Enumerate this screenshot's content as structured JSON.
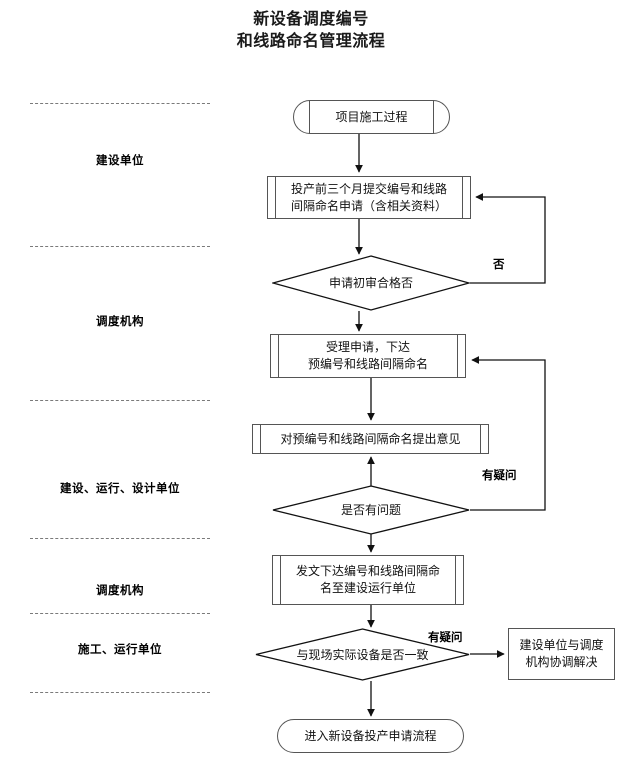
{
  "title": {
    "line1": "新设备调度编号",
    "line2": "和线路命名管理流程"
  },
  "colors": {
    "stroke": "#555555",
    "divider": "#7a7a7a",
    "text": "#111111",
    "background": "#ffffff"
  },
  "lanes": [
    {
      "label": "建设单位"
    },
    {
      "label": "调度机构"
    },
    {
      "label": "建设、运行、设计单位"
    },
    {
      "label": "调度机构"
    },
    {
      "label": "施工、运行单位"
    }
  ],
  "nodes": {
    "start": {
      "label": "项目施工过程",
      "shape": "capsule"
    },
    "submit": {
      "line1": "投产前三个月提交编号和线路",
      "line2": "间隔命名申请（含相关资料）",
      "shape": "predefined-process"
    },
    "review_decision": {
      "label": "申请初审合格否",
      "shape": "decision"
    },
    "accept": {
      "line1": "受理申请，下达",
      "line2": "预编号和线路间隔命名",
      "shape": "predefined-process"
    },
    "opinion": {
      "label": "对预编号和线路间隔命名提出意见",
      "shape": "predefined-process"
    },
    "problem_decision": {
      "label": "是否有问题",
      "shape": "decision"
    },
    "issue_doc": {
      "line1": "发文下达编号和线路间隔命",
      "line2": "名至建设运行单位",
      "shape": "predefined-process"
    },
    "consistency_decision": {
      "label": "与现场实际设备是否一致",
      "shape": "decision"
    },
    "coordinate": {
      "line1": "建设单位与调度",
      "line2": "机构协调解决",
      "shape": "process"
    },
    "end": {
      "label": "进入新设备投产申请流程",
      "shape": "stadium"
    }
  },
  "edge_labels": {
    "review_no": "否",
    "problem_doubt": "有疑问",
    "consistency_doubt": "有疑问"
  }
}
